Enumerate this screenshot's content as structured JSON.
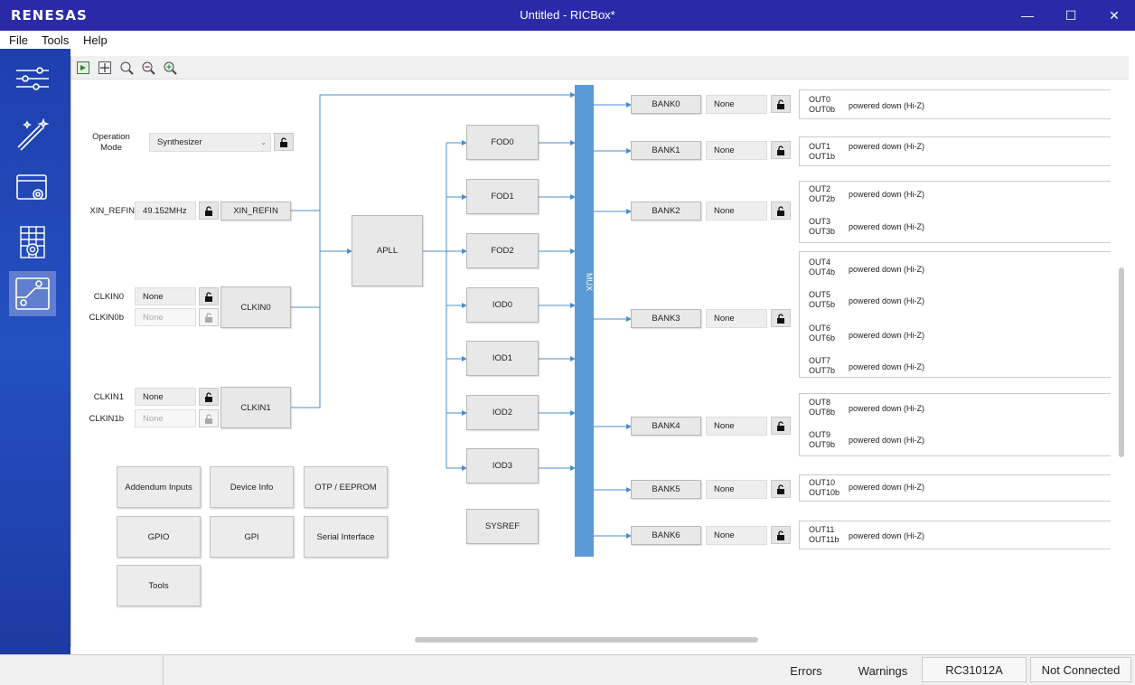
{
  "app": {
    "logo": "RENESAS",
    "title": "Untitled - RICBox*"
  },
  "window_controls": {
    "minimize": "—",
    "maximize": "☐",
    "close": "✕"
  },
  "menu": [
    "File",
    "Tools",
    "Help"
  ],
  "sidebar": [
    {
      "icon": "sliders-icon"
    },
    {
      "icon": "magic-wand-icon"
    },
    {
      "icon": "window-settings-icon"
    },
    {
      "icon": "grid-settings-icon"
    },
    {
      "icon": "block-diagram-icon",
      "active": true
    }
  ],
  "toolbar": [
    "export-icon",
    "fit-icon",
    "zoom-100-icon",
    "zoom-out-icon",
    "zoom-in-icon"
  ],
  "inputs": {
    "operation_mode_label": "Operation Mode",
    "operation_mode_value": "Synthesizer",
    "xin_label": "XIN_REFIN",
    "xin_value": "49.152MHz",
    "xin_block": "XIN_REFIN",
    "clkin0_label": "CLKIN0",
    "clkin0_value": "None",
    "clkin0b_label": "CLKIN0b",
    "clkin0b_value": "None",
    "clkin0_block": "CLKIN0",
    "clkin1_label": "CLKIN1",
    "clkin1_value": "None",
    "clkin1b_label": "CLKIN1b",
    "clkin1b_value": "None",
    "clkin1_block": "CLKIN1"
  },
  "apll": "APLL",
  "dividers": [
    "FOD0",
    "FOD1",
    "FOD2",
    "IOD0",
    "IOD1",
    "IOD2",
    "IOD3"
  ],
  "sysref": "SYSREF",
  "mux": "MUX",
  "banks": [
    {
      "name": "BANK0",
      "value": "None"
    },
    {
      "name": "BANK1",
      "value": "None"
    },
    {
      "name": "BANK2",
      "value": "None"
    },
    {
      "name": "BANK3",
      "value": "None"
    },
    {
      "name": "BANK4",
      "value": "None"
    },
    {
      "name": "BANK5",
      "value": "None"
    },
    {
      "name": "BANK6",
      "value": "None"
    }
  ],
  "outputs": [
    {
      "p": "OUT0",
      "n": "OUT0b",
      "status": "powered down (Hi-Z)"
    },
    {
      "p": "OUT1",
      "n": "OUT1b",
      "status": "powered down (Hi-Z)"
    },
    {
      "p": "OUT2",
      "n": "OUT2b",
      "status": "powered down (Hi-Z)"
    },
    {
      "p": "OUT3",
      "n": "OUT3b",
      "status": "powered down (Hi-Z)"
    },
    {
      "p": "OUT4",
      "n": "OUT4b",
      "status": "powered down (Hi-Z)"
    },
    {
      "p": "OUT5",
      "n": "OUT5b",
      "status": "powered down (Hi-Z)"
    },
    {
      "p": "OUT6",
      "n": "OUT6b",
      "status": "powered down (Hi-Z)"
    },
    {
      "p": "OUT7",
      "n": "OUT7b",
      "status": "powered down (Hi-Z)"
    },
    {
      "p": "OUT8",
      "n": "OUT8b",
      "status": "powered down (Hi-Z)"
    },
    {
      "p": "OUT9",
      "n": "OUT9b",
      "status": "powered down (Hi-Z)"
    },
    {
      "p": "OUT10",
      "n": "OUT10b",
      "status": "powered down (Hi-Z)"
    },
    {
      "p": "OUT11",
      "n": "OUT11b",
      "status": "powered down (Hi-Z)"
    }
  ],
  "nav_buttons": [
    "Addendum Inputs",
    "Device Info",
    "OTP / EEPROM",
    "GPIO",
    "GPI",
    "Serial Interface",
    "Tools"
  ],
  "status": {
    "errors": "Errors",
    "warnings": "Warnings",
    "device": "RC31012A",
    "connection": "Not Connected"
  },
  "colors": {
    "titlebar": "#2a2aa8",
    "sidebar": "#2450c0",
    "mux": "#5b9bd5",
    "wire": "#4a8ccc"
  }
}
